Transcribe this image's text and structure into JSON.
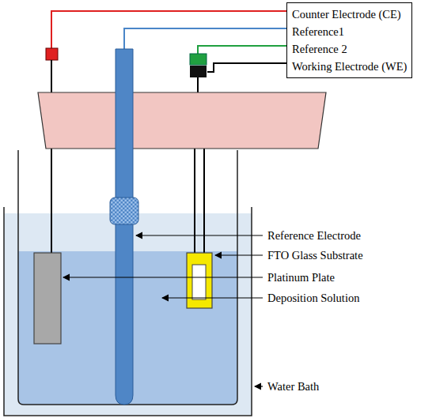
{
  "diagram": {
    "nodes": [
      {
        "text": [
          "Counter Electrode (CE)",
          "Reference1",
          "Reference 2",
          "Working Electrode (WE)"
        ]
      }
    ],
    "labels": [
      "Reference Electrode",
      "FTO Glass Substrate",
      "Platinum Plate",
      "Deposition Solution",
      "Water Bath"
    ]
  }
}
